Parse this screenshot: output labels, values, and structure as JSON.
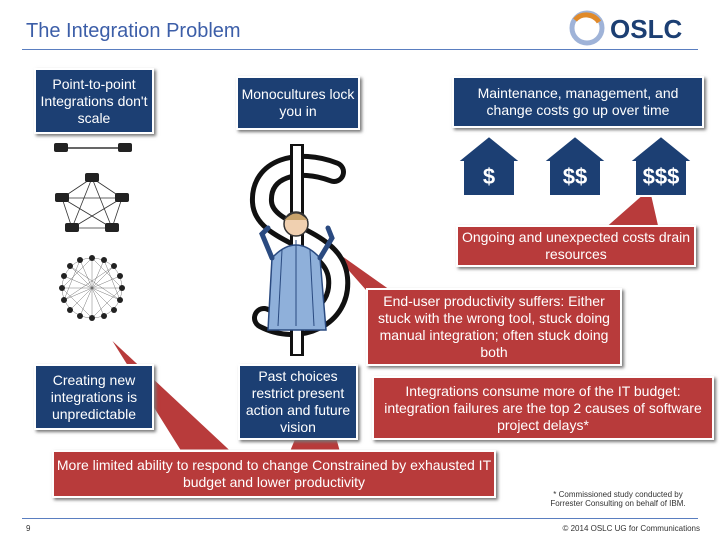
{
  "header": {
    "title": "The Integration Problem",
    "logo_text": "OSLC"
  },
  "boxes": {
    "point_to_point": "Point-to-point Integrations don't scale",
    "monocultures": "Monocultures lock you in",
    "maintenance": "Maintenance, management, and change costs go up over time",
    "ongoing_costs": "Ongoing and unexpected costs drain resources",
    "end_user": "End-user productivity suffers: Either stuck with the wrong tool, stuck doing manual integration; often stuck doing both",
    "creating_new": "Creating new integrations is unpredictable",
    "past_choices": "Past choices restrict present action and future vision",
    "integrations_consume": "Integrations consume more of the IT budget: integration failures are the top 2 causes of software project delays*",
    "limited_ability": "More limited ability to respond to change Constrained by exhausted IT budget and lower productivity"
  },
  "houses": [
    "$",
    "$$",
    "$$$"
  ],
  "footer": {
    "page_number": "9",
    "note": "* Commissioned study conducted by Forrester Consulting on behalf of IBM.",
    "copyright": "© 2014 OSLC UG for Communications"
  },
  "colors": {
    "accent_blue": "#1c3f73",
    "accent_red": "#b83b3b",
    "title_blue": "#3c5ea8"
  },
  "icons": [
    "oslc-logo",
    "telephone-icon",
    "house-icon",
    "dollar-sign",
    "person-illustration"
  ]
}
